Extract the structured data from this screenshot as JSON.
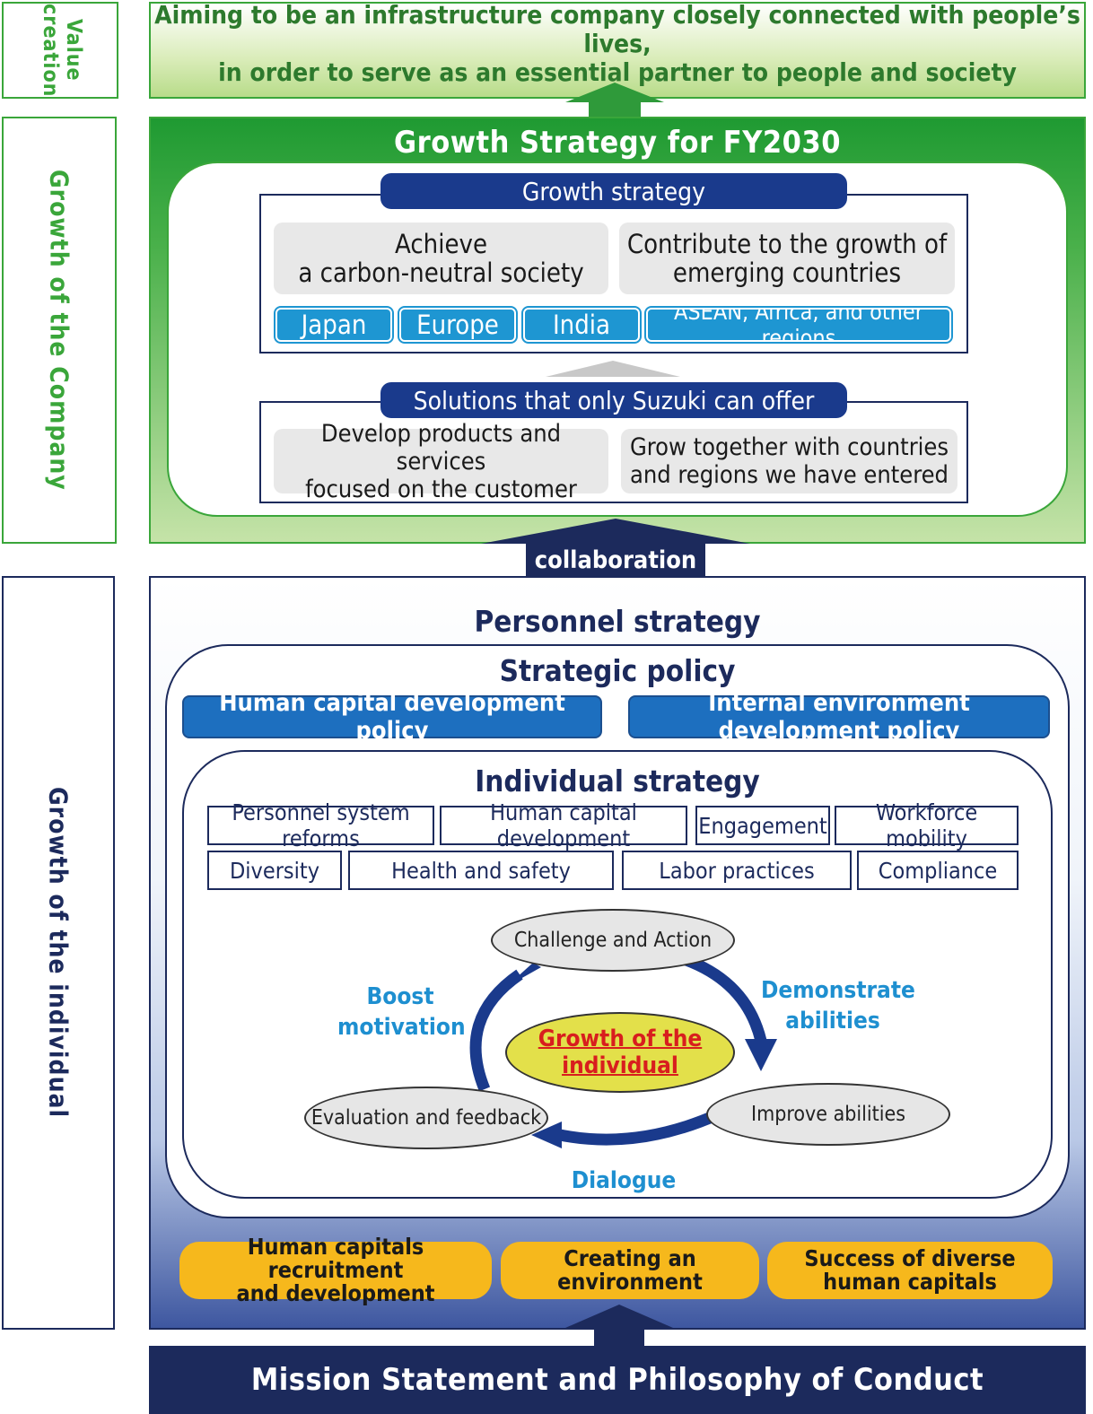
{
  "side_labels": {
    "value_creation": "Value creation",
    "growth_company": "Growth of the Company",
    "growth_individual": "Growth of the individual"
  },
  "top_banner": {
    "line1": "Aiming to be an infrastructure company closely connected with people’s lives,",
    "line2": "in order to serve as an essential partner to people and society"
  },
  "growth_strategy_fy": {
    "title": "Growth Strategy for FY2030",
    "growth_strategy": {
      "header": "Growth strategy",
      "item1_line1": "Achieve",
      "item1_line2": "a carbon-neutral society",
      "item2_line1": "Contribute to the growth of",
      "item2_line2": "emerging countries",
      "regions": [
        "Japan",
        "Europe",
        "India",
        "ASEAN, Africa, and other regions"
      ]
    },
    "solutions": {
      "header": "Solutions that only Suzuki can offer",
      "item1_line1": "Develop products and services",
      "item1_line2": "focused on the customer",
      "item2_line1": "Grow together with countries",
      "item2_line2": "and regions we have entered"
    }
  },
  "collaboration": "collaboration",
  "personnel": {
    "title": "Personnel strategy",
    "strategic_policy": {
      "title": "Strategic policy",
      "policy1": "Human capital development policy",
      "policy2": "Internal environment development policy"
    },
    "individual_strategy": {
      "title": "Individual strategy",
      "items_row1": [
        "Personnel system reforms",
        "Human capital development",
        "Engagement",
        "Workforce mobility"
      ],
      "items_row2": [
        "Diversity",
        "Health and safety",
        "Labor practices",
        "Compliance"
      ]
    },
    "cycle": {
      "center": "Growth of the individual",
      "top": "Challenge and Action",
      "right": "Improve abilities",
      "left": "Evaluation and feedback",
      "label_demonstrate_1": "Demonstrate",
      "label_demonstrate_2": "abilities",
      "label_dialogue": "Dialogue",
      "label_boost_1": "Boost",
      "label_boost_2": "motivation"
    },
    "foundations": {
      "f1_line1": "Human capitals recruitment",
      "f1_line2": "and development",
      "f2_line1": "Creating an",
      "f2_line2": "environment",
      "f3_line1": "Success of diverse",
      "f3_line2": "human capitals"
    }
  },
  "mission": "Mission Statement and Philosophy of Conduct",
  "colors": {
    "green": "#3aa63a",
    "navy": "#1c2a5c",
    "light_blue": "#1e96d2",
    "orange": "#f6b81c",
    "yellow": "#e3e04a",
    "red": "#d81e1e"
  }
}
